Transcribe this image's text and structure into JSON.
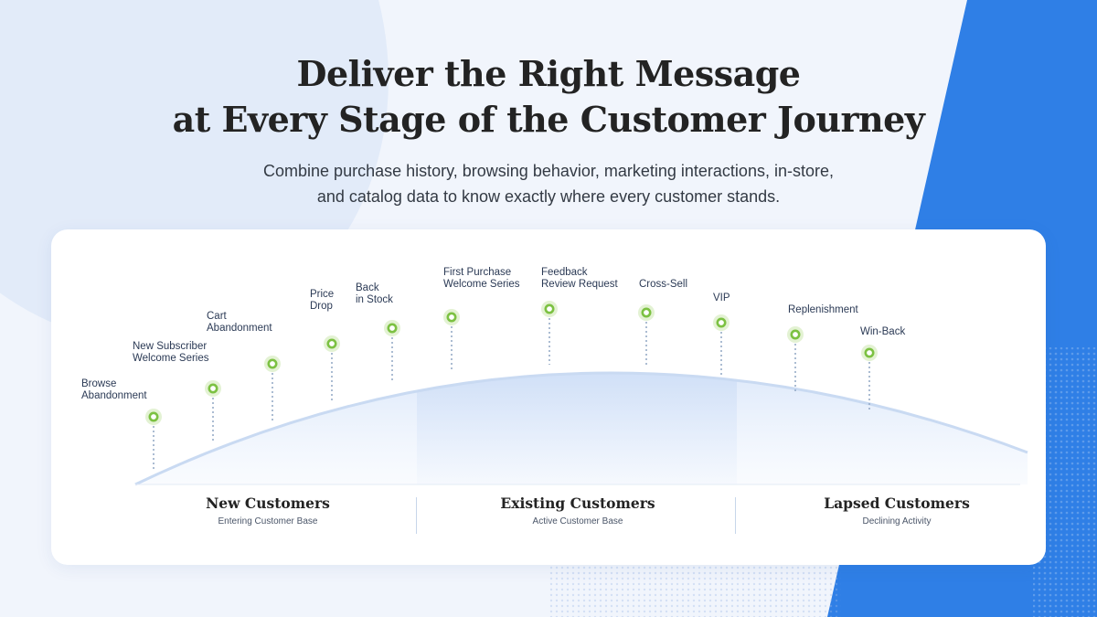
{
  "header": {
    "title_line1": "Deliver the Right Message",
    "title_line2": "at Every Stage of the Customer Journey",
    "subtitle_line1": "Combine purchase history, browsing behavior, marketing interactions, in-store,",
    "subtitle_line2": "and catalog data to know exactly where every customer stands."
  },
  "stages": [
    {
      "lines": [
        "Browse",
        "Abandonment"
      ]
    },
    {
      "lines": [
        "New Subscriber",
        "Welcome Series"
      ]
    },
    {
      "lines": [
        "Cart",
        "Abandonment"
      ]
    },
    {
      "lines": [
        "Price",
        "Drop"
      ]
    },
    {
      "lines": [
        "Back",
        "in Stock"
      ]
    },
    {
      "lines": [
        "First Purchase",
        "Welcome Series"
      ]
    },
    {
      "lines": [
        "Feedback",
        "Review Request"
      ]
    },
    {
      "lines": [
        "Cross-Sell"
      ]
    },
    {
      "lines": [
        "VIP"
      ]
    },
    {
      "lines": [
        "Replenishment"
      ]
    },
    {
      "lines": [
        "Win-Back"
      ]
    }
  ],
  "segments": [
    {
      "title": "New Customers",
      "subtitle": "Entering Customer Base"
    },
    {
      "title": "Existing Customers",
      "subtitle": "Active Customer Base"
    },
    {
      "title": "Lapsed Customers",
      "subtitle": "Declining Activity"
    }
  ],
  "colors": {
    "accent_blue": "#2f7fe6",
    "marker_green": "#7cc142",
    "curve": "#c9daf2"
  }
}
